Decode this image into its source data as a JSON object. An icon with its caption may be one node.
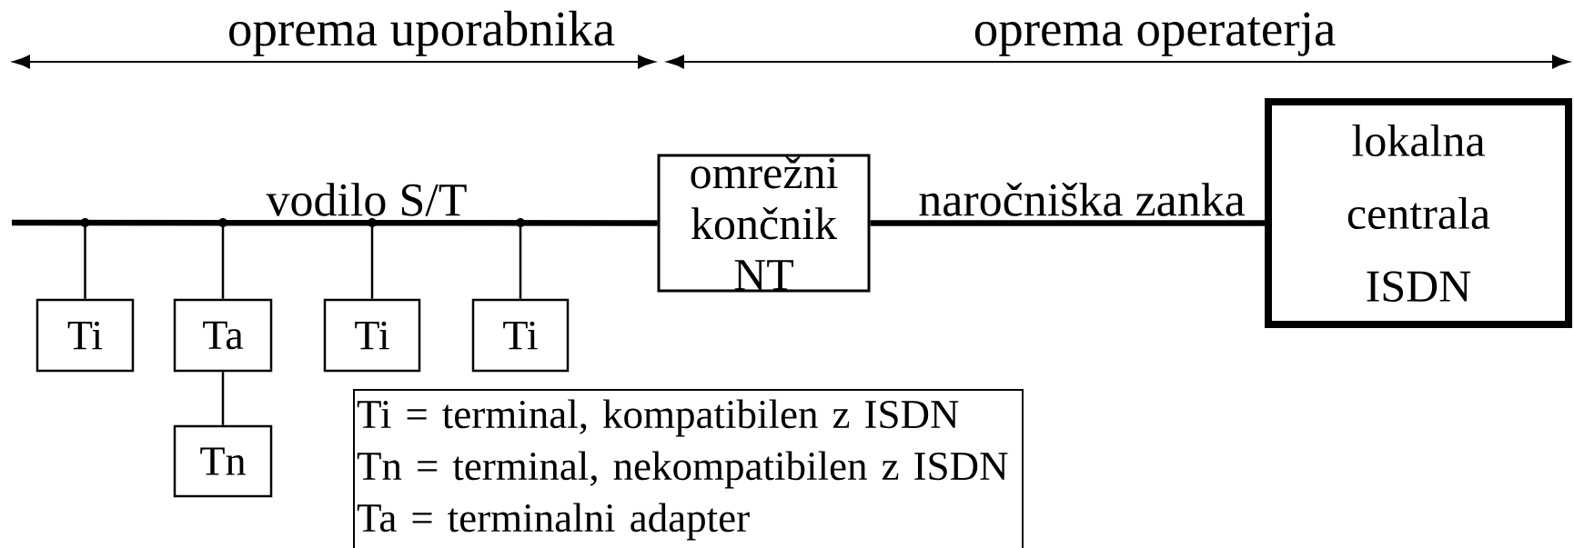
{
  "diagram": {
    "nodes": [
      {
        "text": [
          "Ti"
        ]
      },
      {
        "text": [
          "Ta"
        ]
      },
      {
        "text": [
          "Ti"
        ]
      },
      {
        "text": [
          "Ti"
        ]
      },
      {
        "text": [
          "Tn"
        ]
      },
      {
        "text": [
          "omrežni končnik NT"
        ]
      },
      {
        "text": [
          "lokalna centrala ISDN"
        ]
      },
      {
        "text": [
          "Ti = terminal, kompatibilen z ISDN",
          "Tn = terminal, nekompatibilen z ISDN",
          "Ta = terminalni adapter"
        ]
      }
    ],
    "edges": [
      {
        "from": null,
        "to": 5,
        "arrow": "none",
        "style": "thick",
        "label": "vodilo S/T"
      },
      {
        "from": 0,
        "to": 5,
        "arrow": "none"
      },
      {
        "from": 1,
        "to": 5,
        "arrow": "none"
      },
      {
        "from": 2,
        "to": 5,
        "arrow": "none"
      },
      {
        "from": 3,
        "to": 5,
        "arrow": "none"
      },
      {
        "from": 1,
        "to": 4,
        "arrow": "none"
      },
      {
        "from": 5,
        "to": 6,
        "arrow": "none",
        "style": "thick",
        "label": "naročniška zanka"
      }
    ],
    "labels": [
      "oprema uporabnika",
      "oprema operaterja"
    ]
  }
}
